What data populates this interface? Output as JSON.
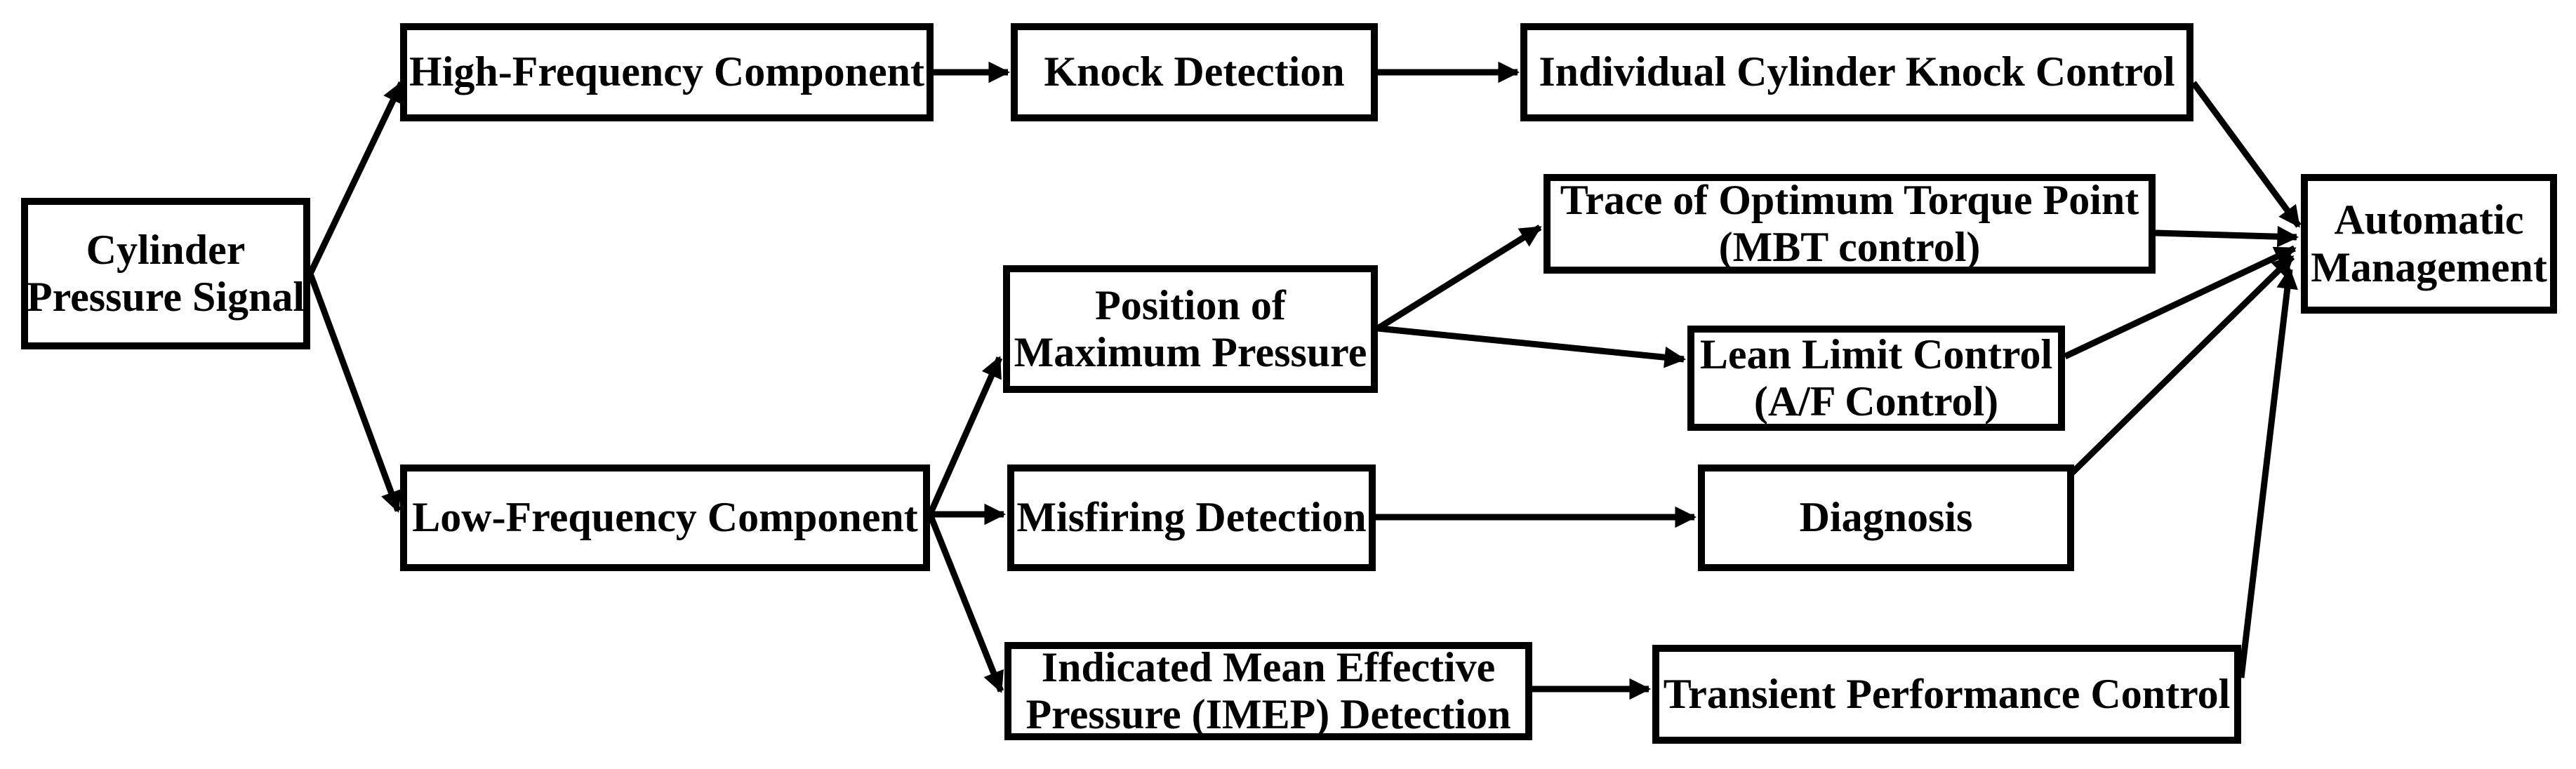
{
  "diagram": {
    "colors": {
      "ink": "#000000",
      "background": "#ffffff"
    },
    "nodes": {
      "cylinder_pressure_signal": {
        "label": "Cylinder\nPressure Signal"
      },
      "high_frequency_component": {
        "label": "High-Frequency Component"
      },
      "knock_detection": {
        "label": "Knock Detection"
      },
      "individual_cylinder_knock_control": {
        "label": "Individual Cylinder Knock Control"
      },
      "trace_of_optimum_torque_point": {
        "label": "Trace of Optimum Torque Point\n(MBT control)"
      },
      "position_of_maximum_pressure": {
        "label": "Position of\nMaximum Pressure"
      },
      "lean_limit_control": {
        "label": "Lean Limit Control\n(A/F Control)"
      },
      "low_frequency_component": {
        "label": "Low-Frequency Component"
      },
      "misfiring_detection": {
        "label": "Misfiring Detection"
      },
      "diagnosis": {
        "label": "Diagnosis"
      },
      "imep_detection": {
        "label": "Indicated Mean Effective\nPressure (IMEP) Detection"
      },
      "transient_performance_control": {
        "label": "Transient Performance Control"
      },
      "automatic_management": {
        "label": "Automatic\nManagement"
      }
    },
    "edges": [
      {
        "from": "cylinder_pressure_signal",
        "to": "high_frequency_component"
      },
      {
        "from": "cylinder_pressure_signal",
        "to": "low_frequency_component"
      },
      {
        "from": "high_frequency_component",
        "to": "knock_detection"
      },
      {
        "from": "knock_detection",
        "to": "individual_cylinder_knock_control"
      },
      {
        "from": "individual_cylinder_knock_control",
        "to": "automatic_management"
      },
      {
        "from": "low_frequency_component",
        "to": "position_of_maximum_pressure"
      },
      {
        "from": "low_frequency_component",
        "to": "misfiring_detection"
      },
      {
        "from": "low_frequency_component",
        "to": "imep_detection"
      },
      {
        "from": "position_of_maximum_pressure",
        "to": "trace_of_optimum_torque_point"
      },
      {
        "from": "position_of_maximum_pressure",
        "to": "lean_limit_control"
      },
      {
        "from": "trace_of_optimum_torque_point",
        "to": "automatic_management"
      },
      {
        "from": "lean_limit_control",
        "to": "automatic_management"
      },
      {
        "from": "misfiring_detection",
        "to": "diagnosis"
      },
      {
        "from": "diagnosis",
        "to": "automatic_management"
      },
      {
        "from": "imep_detection",
        "to": "transient_performance_control"
      },
      {
        "from": "transient_performance_control",
        "to": "automatic_management"
      }
    ]
  }
}
